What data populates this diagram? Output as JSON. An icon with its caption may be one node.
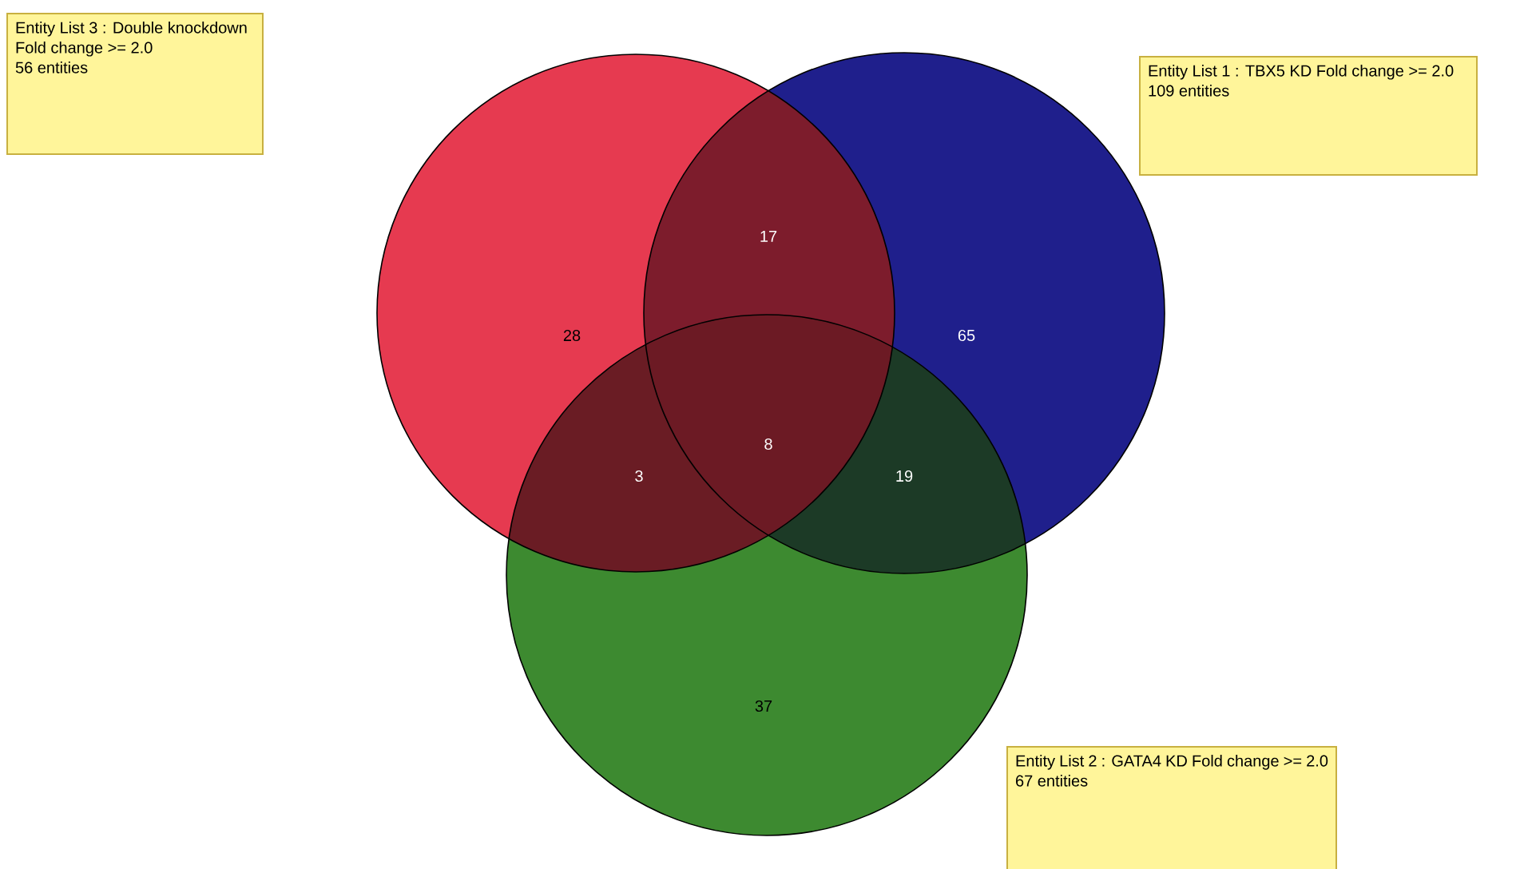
{
  "diagram": {
    "nodes": [
      {
        "text": [
          "Entity List 3 : Double knockdown Fold change >= 2.0",
          "56 entities"
        ]
      },
      {
        "text": [
          "Entity List 1 : TBX5 KD Fold change >= 2.0",
          "109 entities"
        ]
      },
      {
        "text": [],
        "shape": "circle"
      },
      {
        "text": [],
        "shape": "circle"
      },
      {
        "text": [],
        "shape": "circle"
      },
      {
        "text": [
          "Entity List 2 : GATA4 KD Fold change >= 2.0",
          "67 entities"
        ]
      }
    ],
    "edges": [],
    "labels": [
      "17",
      "28",
      "65",
      "8",
      "3",
      "19",
      "37"
    ]
  }
}
